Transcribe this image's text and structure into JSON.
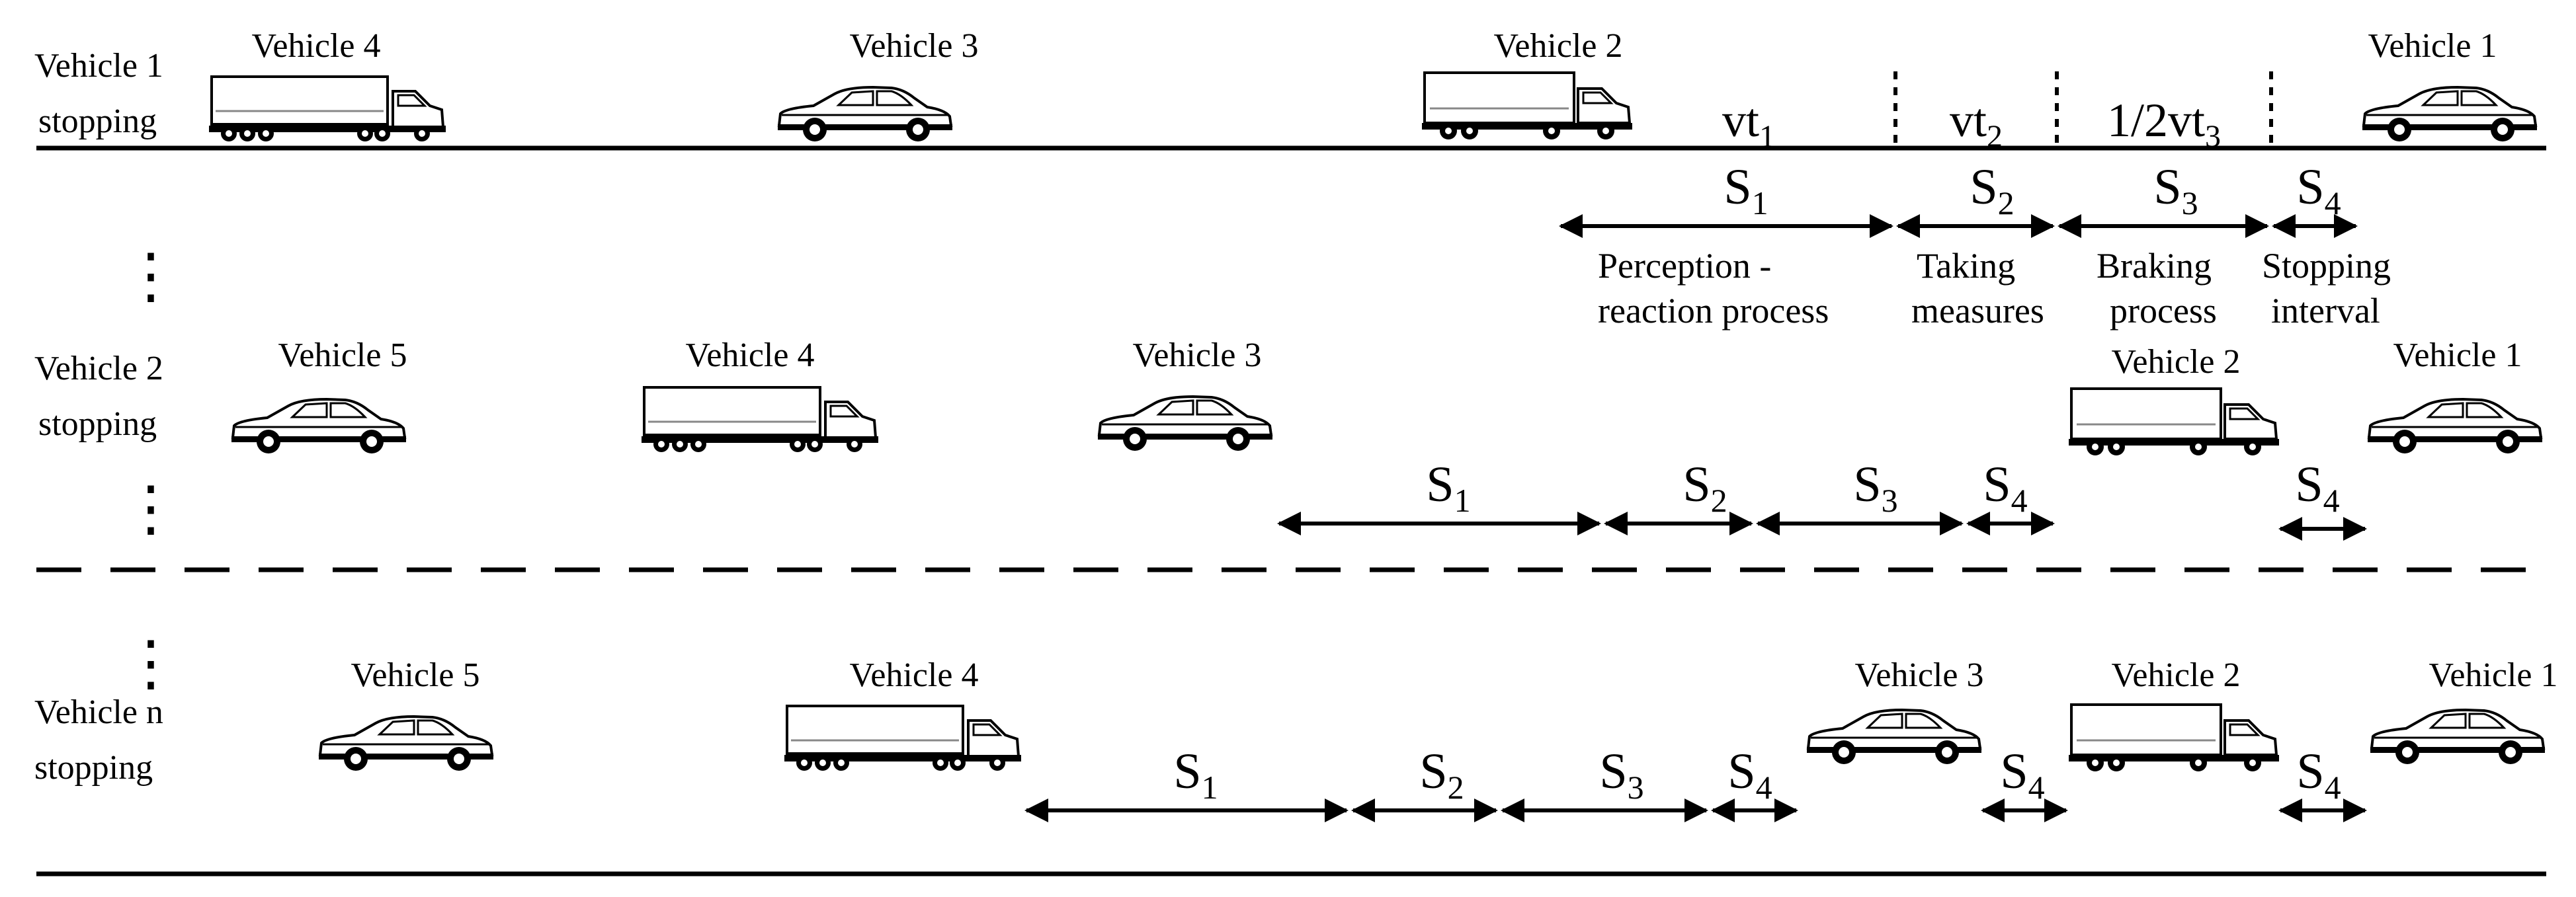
{
  "rows": [
    {
      "id": "row1",
      "label_lines": [
        "Vehicle 1",
        "stopping"
      ],
      "vehicles": [
        {
          "label": "Vehicle 4",
          "kind": "truck-long"
        },
        {
          "label": "Vehicle 3",
          "kind": "car"
        },
        {
          "label": "Vehicle 2",
          "kind": "truck"
        },
        {
          "label": "Vehicle 1",
          "kind": "car"
        }
      ],
      "phases": [
        "vt",
        "vt",
        "1/2vt"
      ],
      "phase_subs": [
        "1",
        "2",
        "3"
      ],
      "segments": [
        "S",
        "S",
        "S",
        "S"
      ],
      "segment_subs": [
        "1",
        "2",
        "3",
        "4"
      ],
      "descriptions": [
        [
          "Perception -",
          "reaction process"
        ],
        [
          "Taking",
          "measures"
        ],
        [
          "Braking",
          "process"
        ],
        [
          "Stopping",
          "interval"
        ]
      ]
    },
    {
      "id": "row2",
      "label_lines": [
        "Vehicle 2",
        "stopping"
      ],
      "vehicles": [
        {
          "label": "Vehicle 5",
          "kind": "car"
        },
        {
          "label": "Vehicle 4",
          "kind": "truck-long"
        },
        {
          "label": "Vehicle 3",
          "kind": "car"
        },
        {
          "label": "Vehicle 2",
          "kind": "truck"
        },
        {
          "label": "Vehicle 1",
          "kind": "car"
        }
      ],
      "segments": [
        "S",
        "S",
        "S",
        "S",
        "S"
      ],
      "segment_subs": [
        "1",
        "2",
        "3",
        "4",
        "4"
      ]
    },
    {
      "id": "row3",
      "label_lines": [
        "Vehicle n",
        "stopping"
      ],
      "vehicles": [
        {
          "label": "Vehicle 5",
          "kind": "car"
        },
        {
          "label": "Vehicle 4",
          "kind": "truck-long"
        },
        {
          "label": "Vehicle 3",
          "kind": "car"
        },
        {
          "label": "Vehicle 2",
          "kind": "truck"
        },
        {
          "label": "Vehicle 1",
          "kind": "car"
        }
      ],
      "segments": [
        "S",
        "S",
        "S",
        "S",
        "S",
        "S"
      ],
      "segment_subs": [
        "1",
        "2",
        "3",
        "4",
        "4",
        "4"
      ]
    }
  ],
  "continuation_dots": "⋮",
  "colors": {
    "ink": "#000000",
    "background": "#ffffff"
  }
}
